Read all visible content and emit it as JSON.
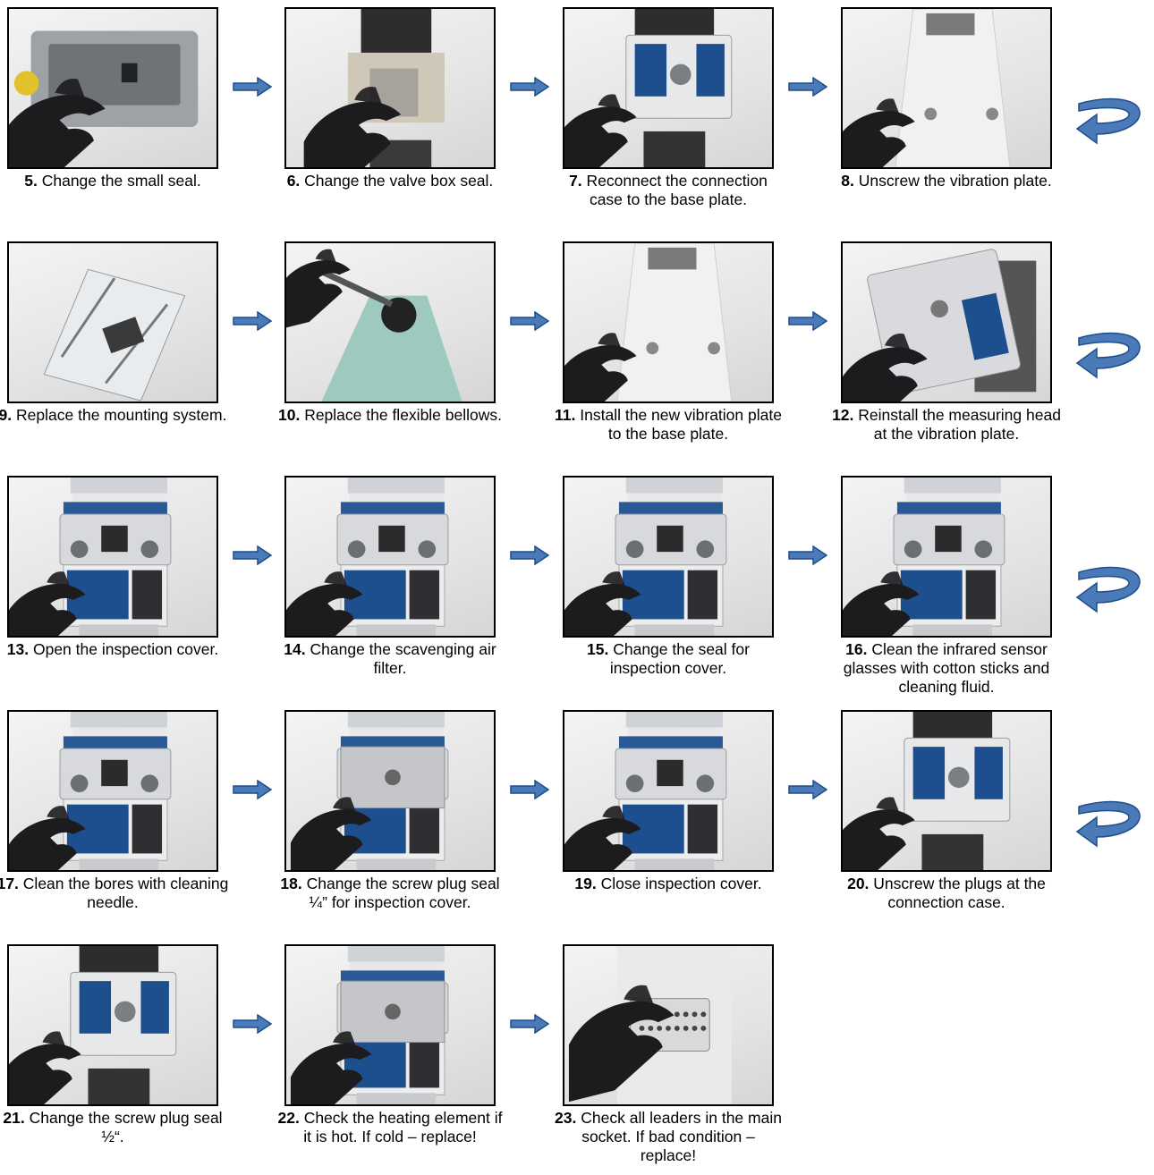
{
  "colors": {
    "arrow_fill": "#4a7ab8",
    "arrow_stroke": "#1f4e8c",
    "frame": "#000000",
    "glove": "#1c1c1e",
    "device_blue": "#1d4f8f"
  },
  "rows": [
    [
      {
        "num": "5.",
        "text": "Change the small seal.",
        "scene": "casting"
      },
      {
        "num": "6.",
        "text": "Change the valve box seal.",
        "scene": "valvebox"
      },
      {
        "num": "7.",
        "text": "Reconnect the connection case to the base plate.",
        "scene": "connection"
      },
      {
        "num": "8.",
        "text": "Unscrew the vibration plate.",
        "scene": "plate"
      }
    ],
    [
      {
        "num": "9.",
        "text": "Replace the mounting system.",
        "scene": "mounting"
      },
      {
        "num": "10.",
        "text": "Replace the flexible bellows.",
        "scene": "bellows"
      },
      {
        "num": "11.",
        "text": "Install the new vibration plate to the base plate.",
        "scene": "plate"
      },
      {
        "num": "12.",
        "text": "Reinstall the measuring head at the vibration plate.",
        "scene": "head"
      }
    ],
    [
      {
        "num": "13.",
        "text": "Open the inspection cover.",
        "scene": "device"
      },
      {
        "num": "14.",
        "text": "Change the scavenging air filter.",
        "scene": "device"
      },
      {
        "num": "15.",
        "text": "Change the seal for inspection cover.",
        "scene": "device"
      },
      {
        "num": "16.",
        "text": "Clean the infrared sensor glasses with cotton sticks and cleaning fluid.",
        "scene": "device"
      }
    ],
    [
      {
        "num": "17.",
        "text": "Clean the bores with cleaning needle.",
        "scene": "device"
      },
      {
        "num": "18.",
        "text": "Change the screw plug seal ¼” for inspection cover.",
        "scene": "cover"
      },
      {
        "num": "19.",
        "text": "Close inspection cover.",
        "scene": "device"
      },
      {
        "num": "20.",
        "text": "Unscrew the plugs at the connection case.",
        "scene": "connection"
      }
    ],
    [
      {
        "num": "21.",
        "text": "Change the screw plug seal ½“.",
        "scene": "connection"
      },
      {
        "num": "22.",
        "text": "Check the heating element if it is hot. If cold – replace!",
        "scene": "cover"
      },
      {
        "num": "23.",
        "text": "Check all leaders in the main socket. If bad condition – replace!",
        "scene": "socket"
      }
    ]
  ]
}
